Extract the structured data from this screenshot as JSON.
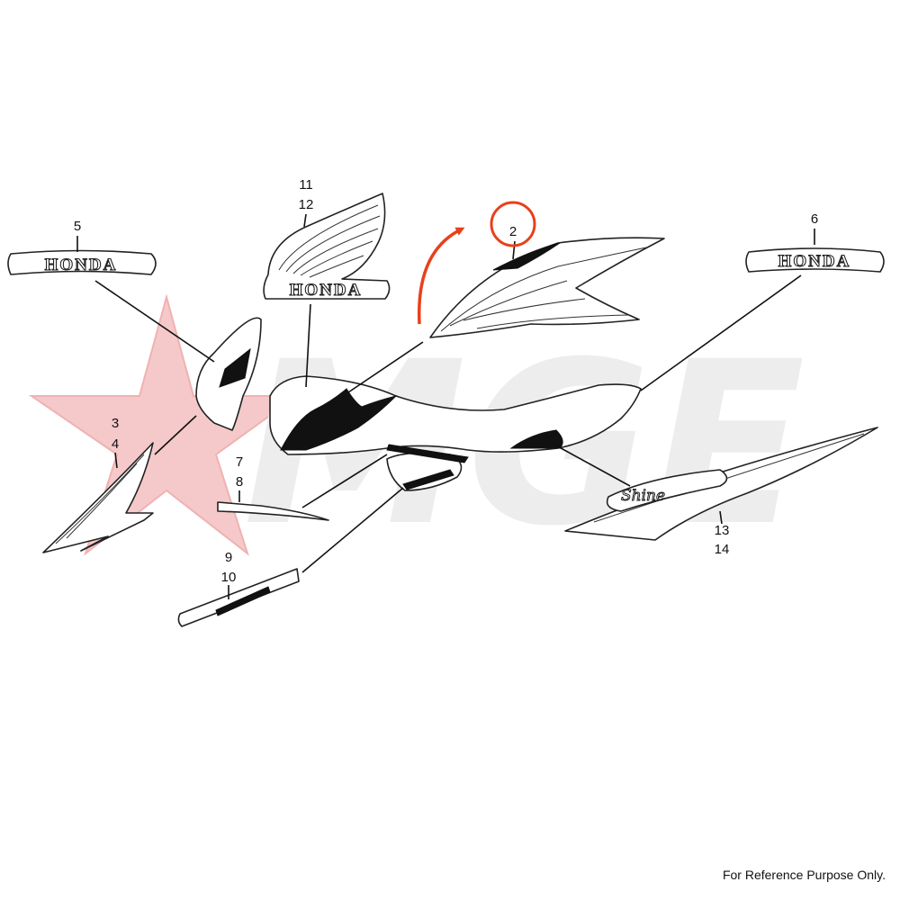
{
  "diagram": {
    "callouts": {
      "c2": "2",
      "c3": "3",
      "c4": "4",
      "c5": "5",
      "c6": "6",
      "c7": "7",
      "c8": "8",
      "c9": "9",
      "c10": "10",
      "c11": "11",
      "c12": "12",
      "c13": "13",
      "c14": "14"
    },
    "emblems": {
      "left_honda": "HONDA",
      "right_honda": "HONDA",
      "wing_honda": "HONDA",
      "tail_script": "Shine"
    },
    "highlight": {
      "color": "#e8401c",
      "target_callout": "2"
    },
    "watermark": {
      "letters": "MGE",
      "star_color": "#e88c8c",
      "letter_color": "#ececec"
    }
  },
  "footer": {
    "note": "For Reference Purpose Only."
  }
}
